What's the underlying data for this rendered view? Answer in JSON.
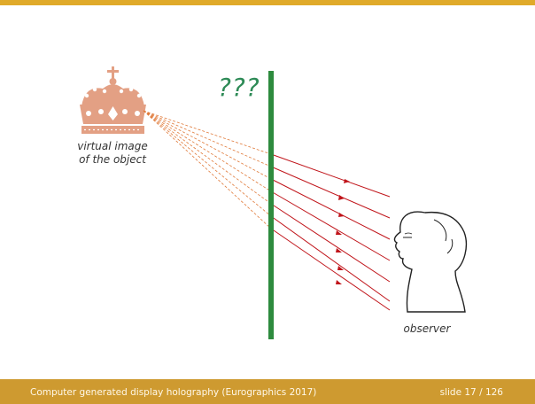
{
  "diagram": {
    "question_mark": "???",
    "object_label_line1": "virtual image",
    "object_label_line2": "of the object",
    "observer_label": "observer"
  },
  "footer": {
    "title": "Computer generated display holography (Eurographics 2017)",
    "slide_number": "slide 17 / 126"
  },
  "colors": {
    "accent": "#e0aa2a",
    "footer_bg": "#ce9a30",
    "crown": "#e3a084",
    "barrier": "#2e8b3e",
    "rays": "#c0141a",
    "question": "#2e8b57"
  },
  "icons": [
    "crown-icon",
    "observer-head-icon"
  ]
}
